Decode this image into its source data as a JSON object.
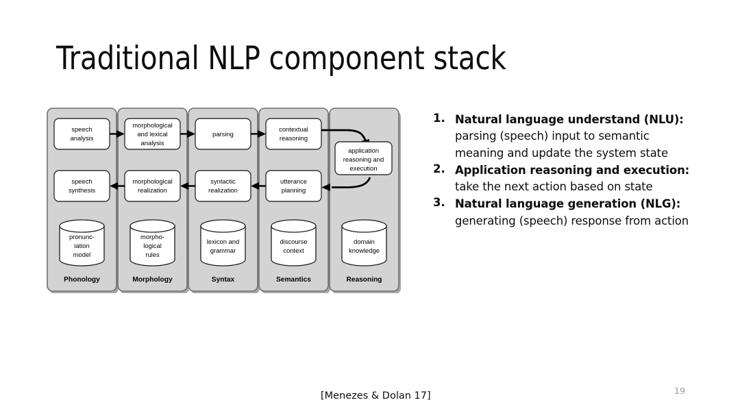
{
  "slide": {
    "title": "Traditional NLP component stack",
    "citation": "[Menezes & Dolan 17]",
    "page_number": "19",
    "background_color": "#ffffff"
  },
  "diagram": {
    "type": "layered-component-stack",
    "panel_fill": "#d3d3d3",
    "box_fill": "#ffffff",
    "arrow_color": "#000000",
    "columns": [
      {
        "name": "phonology",
        "label": "Phonology",
        "analysis_box": "speech\nanalysis",
        "analysis_line1": "speech",
        "analysis_line2": "analysis",
        "generation_line1": "speech",
        "generation_line2": "synthesis",
        "store_line1": "pronunc-",
        "store_line2": "iation",
        "store_line3": "model"
      },
      {
        "name": "morphology",
        "label": "Morphology",
        "analysis_line1": "morphological",
        "analysis_line2": "and lexical",
        "analysis_line3": "analysis",
        "generation_line1": "morphological",
        "generation_line2": "realization",
        "store_line1": "morpho-",
        "store_line2": "logical",
        "store_line3": "rules"
      },
      {
        "name": "syntax",
        "label": "Syntax",
        "analysis_line1": "parsing",
        "generation_line1": "syntactic",
        "generation_line2": "realization",
        "store_line1": "lexicon and",
        "store_line2": "grammar"
      },
      {
        "name": "semantics",
        "label": "Semantics",
        "analysis_line1": "contextual",
        "analysis_line2": "reasoning",
        "generation_line1": "utterance",
        "generation_line2": "planning",
        "store_line1": "discourse",
        "store_line2": "context"
      },
      {
        "name": "reasoning",
        "label": "Reasoning",
        "app_line1": "application",
        "app_line2": "reasoning and",
        "app_line3": "execution",
        "store_line1": "domain",
        "store_line2": "knowledge"
      }
    ]
  },
  "bullets": [
    {
      "number": "1.",
      "heading": "Natural language understand (NLU):",
      "sub_line1": "parsing (speech) input to semantic",
      "sub_line2": "meaning and update the system state"
    },
    {
      "number": "2.",
      "heading": "Application reasoning and execution:",
      "sub_line1": "take the next action based on state",
      "sub_line2": ""
    },
    {
      "number": "3.",
      "heading": "Natural language generation (NLG):",
      "sub_line1": "generating (speech) response from action",
      "sub_line2": ""
    }
  ]
}
